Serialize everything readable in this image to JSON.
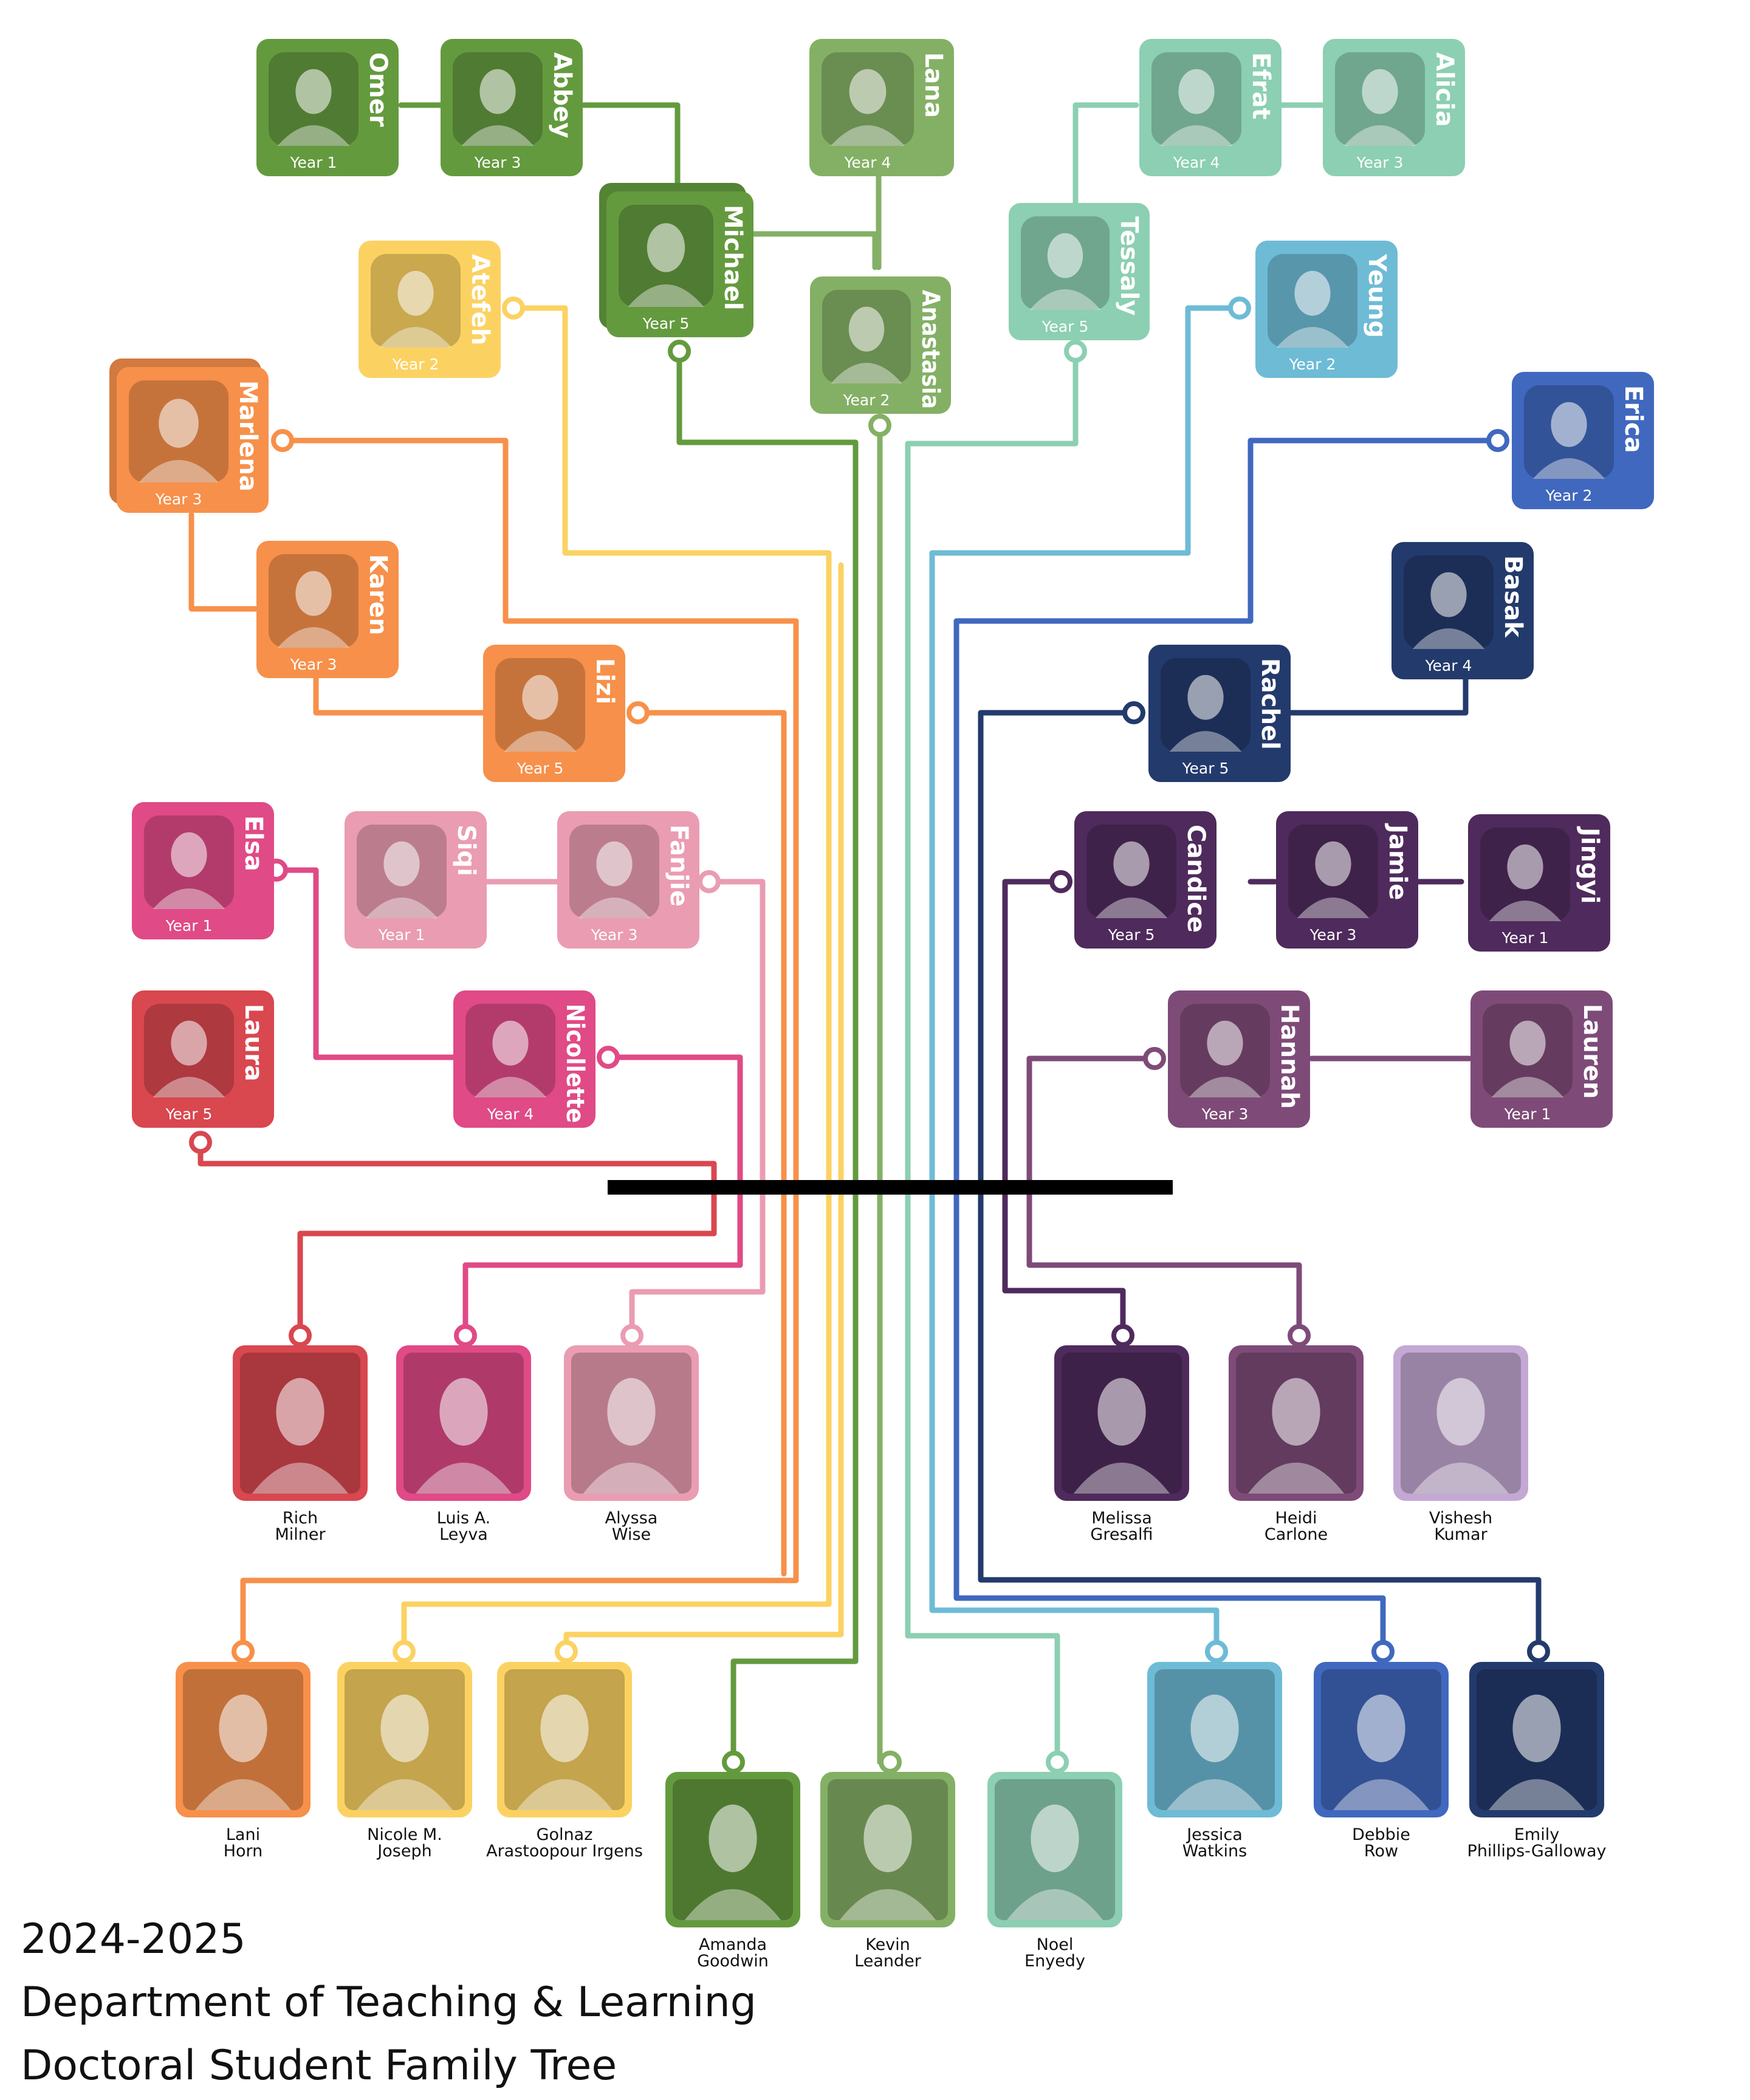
{
  "title": {
    "year": "2024-2025",
    "department": "Department of Teaching & Learning",
    "subtitle": "Doctoral Student Family Tree"
  },
  "colors": {
    "green_dark": "#649a3e",
    "green_light": "#84b065",
    "teal_light": "#8ccfb2",
    "cyan": "#6ebbd6",
    "blue": "#4068be",
    "navy": "#233a6c",
    "purple_dark": "#4f2a5c",
    "purple_light": "#7e4b78",
    "lavender": "#c4a8d4",
    "pink_light": "#ea9cb2",
    "pink": "#e04a86",
    "red": "#d9474f",
    "orange": "#f7904a",
    "yellow": "#fbd262"
  },
  "students": [
    {
      "name": "Omer",
      "year": "Year 1",
      "color": "#649a3e"
    },
    {
      "name": "Abbey",
      "year": "Year 3",
      "color": "#649a3e"
    },
    {
      "name": "Michael",
      "year": "Year 5",
      "color": "#649a3e"
    },
    {
      "name": "Lana",
      "year": "Year 4",
      "color": "#84b065"
    },
    {
      "name": "Anastasia",
      "year": "Year 2",
      "color": "#84b065"
    },
    {
      "name": "Efrat",
      "year": "Year 4",
      "color": "#8ccfb2"
    },
    {
      "name": "Alicia",
      "year": "Year 3",
      "color": "#8ccfb2"
    },
    {
      "name": "Tessaly",
      "year": "Year 5",
      "color": "#8ccfb2"
    },
    {
      "name": "Yeung",
      "year": "Year 2",
      "color": "#6ebbd6"
    },
    {
      "name": "Erica",
      "year": "Year 2",
      "color": "#4068be"
    },
    {
      "name": "Basak",
      "year": "Year 4",
      "color": "#233a6c"
    },
    {
      "name": "Rachel",
      "year": "Year 5",
      "color": "#233a6c"
    },
    {
      "name": "Atefeh",
      "year": "Year 2",
      "color": "#fbd262"
    },
    {
      "name": "Marlena",
      "year": "Year 3",
      "color": "#f7904a"
    },
    {
      "name": "Karen",
      "year": "Year 3",
      "color": "#f7904a"
    },
    {
      "name": "Lizi",
      "year": "Year 5",
      "color": "#f7904a"
    },
    {
      "name": "Elsa",
      "year": "Year 1",
      "color": "#e04a86"
    },
    {
      "name": "Siqi",
      "year": "Year 1",
      "color": "#ea9cb2"
    },
    {
      "name": "Fanjie",
      "year": "Year 3",
      "color": "#ea9cb2"
    },
    {
      "name": "Laura",
      "year": "Year 5",
      "color": "#d9474f"
    },
    {
      "name": "Nicollette",
      "year": "Year 4",
      "color": "#e04a86"
    },
    {
      "name": "Candice",
      "year": "Year 5",
      "color": "#4f2a5c"
    },
    {
      "name": "Jamie",
      "year": "Year 3",
      "color": "#4f2a5c"
    },
    {
      "name": "Jingyi",
      "year": "Year 1",
      "color": "#4f2a5c"
    },
    {
      "name": "Hannah",
      "year": "Year 3",
      "color": "#7e4b78"
    },
    {
      "name": "Lauren",
      "year": "Year 1",
      "color": "#7e4b78"
    }
  ],
  "faculty": [
    {
      "line1": "Rich",
      "line2": "Milner",
      "color": "#d9474f"
    },
    {
      "line1": "Luis A.",
      "line2": "Leyva",
      "color": "#e04a86"
    },
    {
      "line1": "Alyssa",
      "line2": "Wise",
      "color": "#ea9cb2"
    },
    {
      "line1": "Melissa",
      "line2": "Gresalfi",
      "color": "#4f2a5c"
    },
    {
      "line1": "Heidi",
      "line2": "Carlone",
      "color": "#7e4b78"
    },
    {
      "line1": "Vishesh",
      "line2": "Kumar",
      "color": "#c4a8d4"
    },
    {
      "line1": "Lani",
      "line2": "Horn",
      "color": "#f7904a"
    },
    {
      "line1": "Nicole M.",
      "line2": "Joseph",
      "color": "#fbd262"
    },
    {
      "line1": "Golnaz",
      "line2": "Arastoopour Irgens",
      "color": "#fbd262"
    },
    {
      "line1": "Amanda",
      "line2": "Goodwin",
      "color": "#649a3e"
    },
    {
      "line1": "Kevin",
      "line2": "Leander",
      "color": "#84b065"
    },
    {
      "line1": "Noel",
      "line2": "Enyedy",
      "color": "#8ccfb2"
    },
    {
      "line1": "Jessica",
      "line2": "Watkins",
      "color": "#6ebbd6"
    },
    {
      "line1": "Debbie",
      "line2": "Row",
      "color": "#4068be"
    },
    {
      "line1": "Emily",
      "line2": "Phillips-Galloway",
      "color": "#233a6c"
    }
  ]
}
